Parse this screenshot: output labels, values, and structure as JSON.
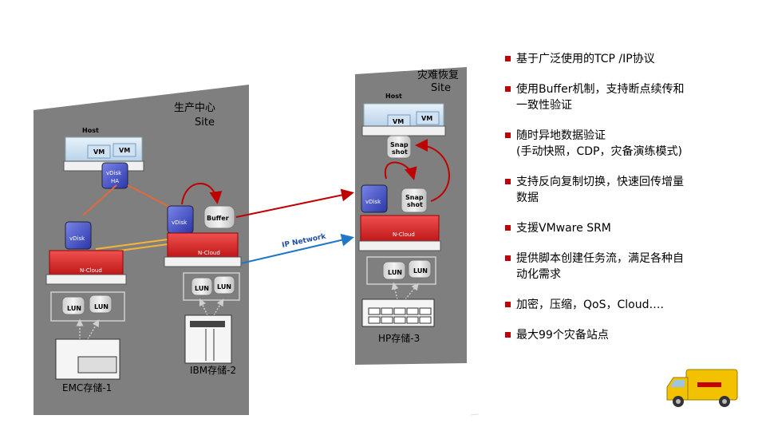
{
  "sites": {
    "production": {
      "title": "生产中心",
      "subtitle": "Site"
    },
    "dr": {
      "title": "灾难恢复",
      "subtitle": "Site"
    }
  },
  "labels": {
    "host": "Host",
    "vm": "VM",
    "vdisk": "vDisk",
    "vdisk_ha_line1": "vDisk",
    "vdisk_ha_line2": "HA",
    "buffer": "Buffer",
    "ncloud": "N-Cloud",
    "lun": "LUN",
    "snap_line1": "Snap",
    "snap_line2": "shot",
    "ip_network": "IP Network",
    "emc": "EMC存储-1",
    "ibm": "IBM存储-2",
    "hp": "HP存储-3"
  },
  "bullets": [
    "基于广泛使用的TCP /IP协议",
    "使用Buffer机制，支持断点续传和\n一致性验证",
    "随时异地数据验证\n(手动快照，CDP，灾备演练模式)",
    "支持反向复制切换，快速回传增量\n数据",
    "支援VMware SRM",
    "提供脚本创建任务流，满足各种自\n动化需求",
    "加密，压缩，QoS，Cloud….",
    "最大99个灾备站点"
  ],
  "colors": {
    "accent": "#c00000",
    "panel": "#7f7f7f",
    "network_blue": "#1f77c8",
    "ncloud_red": "#e03030"
  },
  "icons": {
    "bullet": "red-square-icon",
    "truck": "delivery-truck-icon"
  }
}
